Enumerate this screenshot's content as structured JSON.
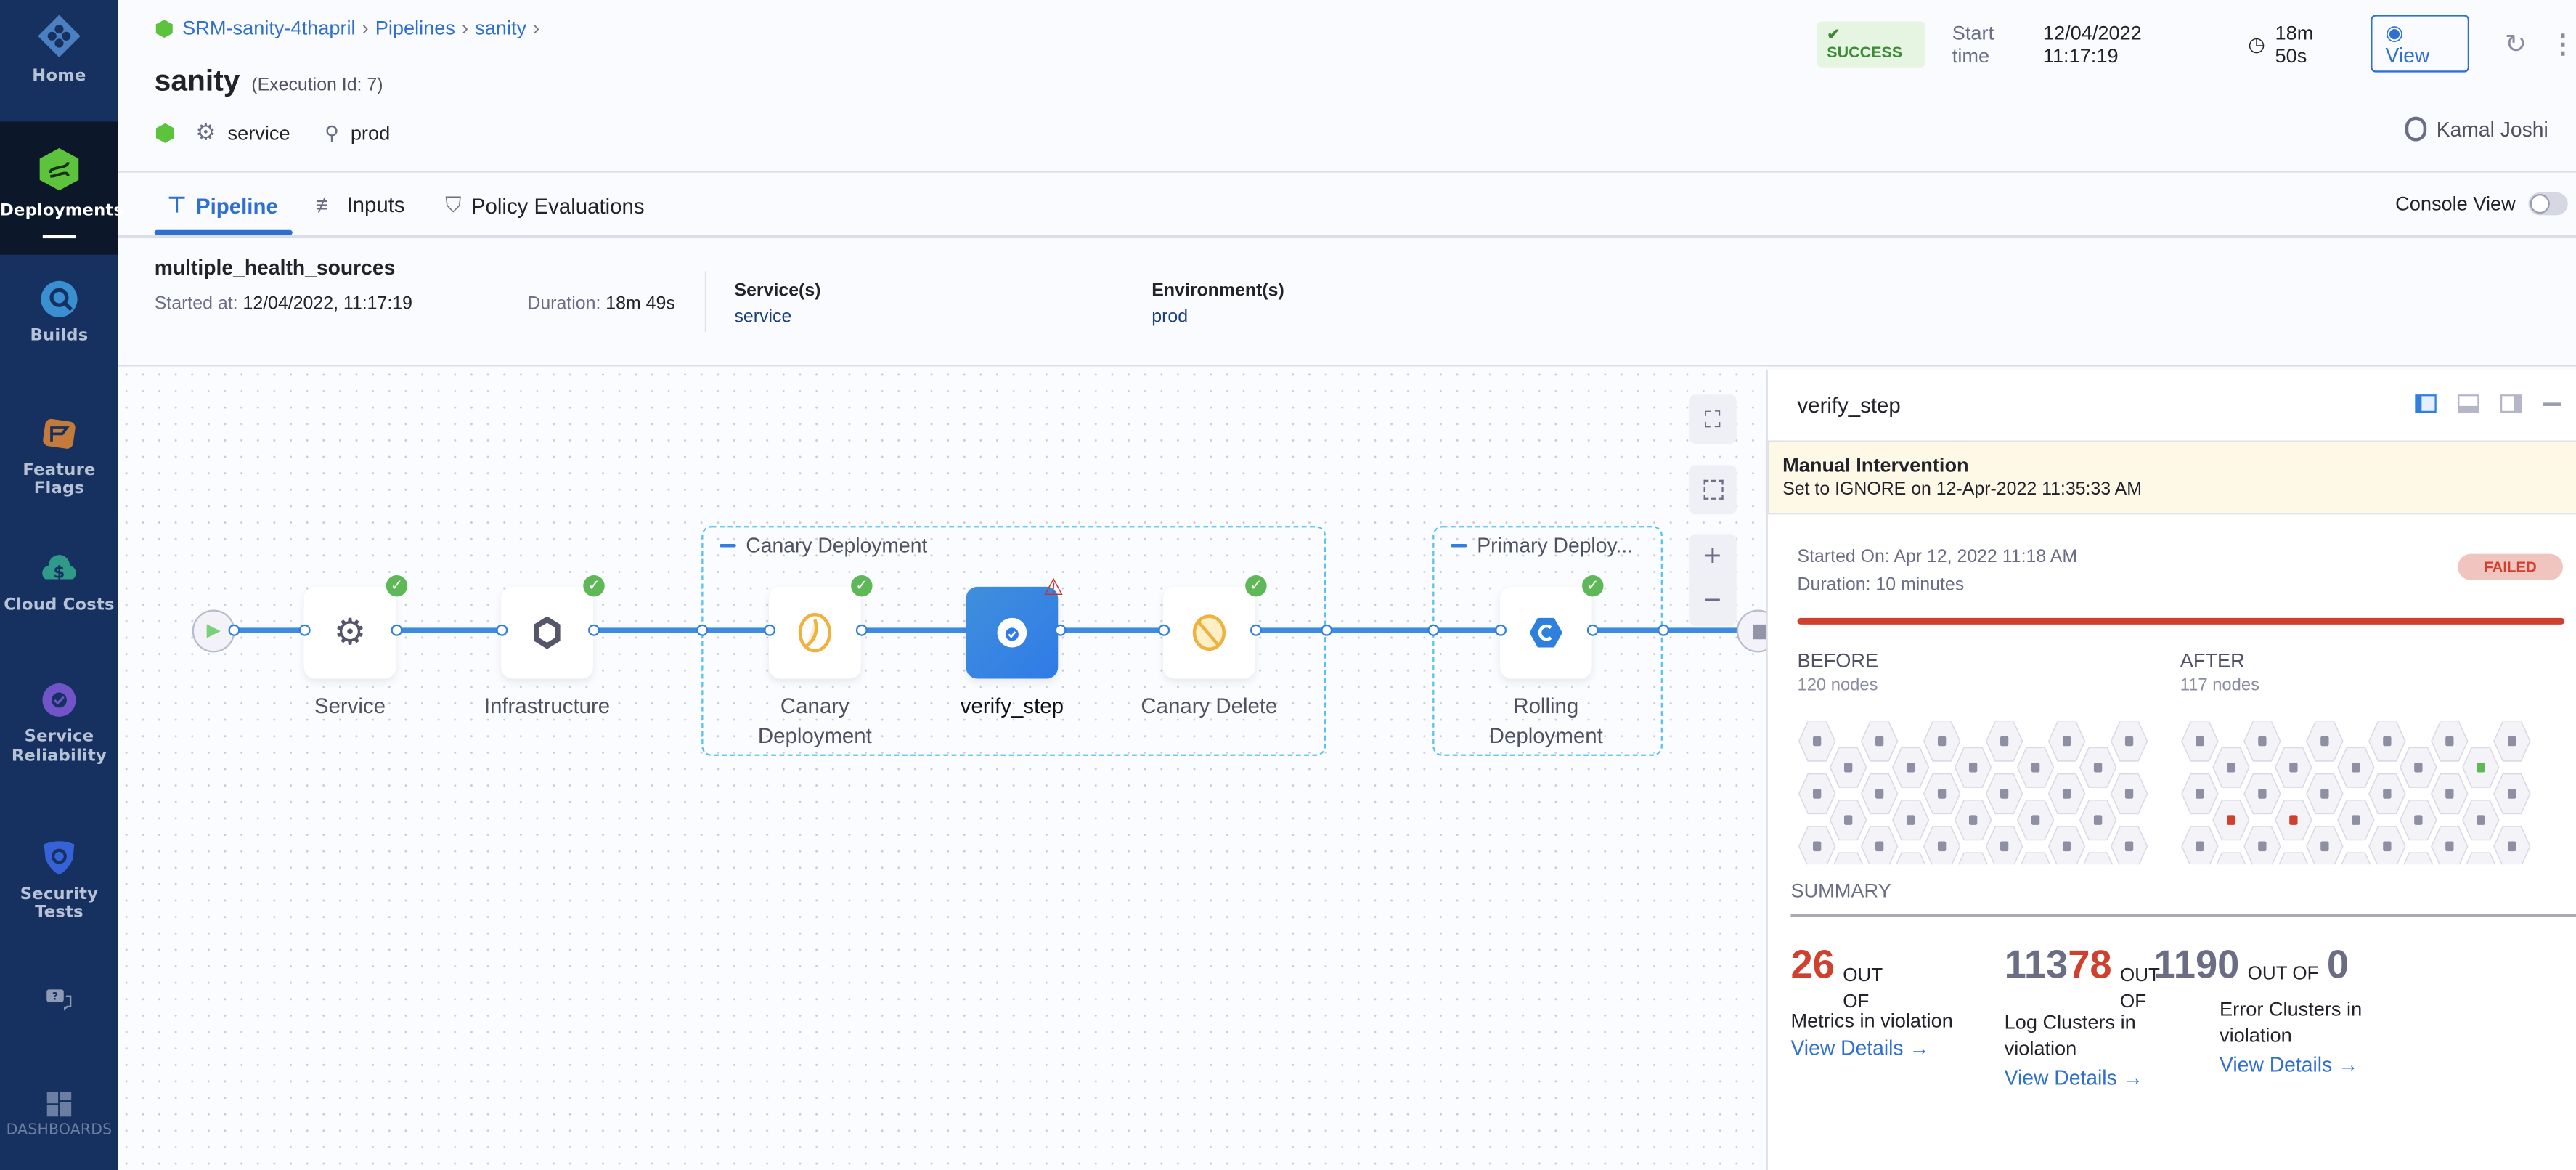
{
  "sidebar": {
    "items": [
      {
        "label": "Home",
        "icon": "harness-logo-icon"
      },
      {
        "label": "Deployments",
        "icon": "deployments-icon",
        "active": true
      },
      {
        "label": "Builds",
        "icon": "builds-icon"
      },
      {
        "label": "Feature Flags",
        "icon": "feature-flags-icon"
      },
      {
        "label": "Cloud Costs",
        "icon": "cloud-costs-icon"
      },
      {
        "label": "Service Reliability",
        "icon": "service-reliability-icon"
      },
      {
        "label": "Security Tests",
        "icon": "security-tests-icon"
      },
      {
        "label": "",
        "icon": "help-icon"
      },
      {
        "label": "DASHBOARDS",
        "icon": "dashboards-icon"
      }
    ]
  },
  "header": {
    "breadcrumb": [
      "SRM-sanity-4thapril",
      "Pipelines",
      "sanity"
    ],
    "title": "sanity",
    "execution_id": "(Execution Id: 7)",
    "service": "service",
    "environment": "prod",
    "status": "SUCCESS",
    "start_time_label": "Start time",
    "start_time": "12/04/2022 11:17:19",
    "duration": "18m 50s",
    "view_label": "View",
    "user": "Kamal Joshi"
  },
  "tabs": [
    {
      "label": "Pipeline",
      "active": true
    },
    {
      "label": "Inputs"
    },
    {
      "label": "Policy Evaluations"
    }
  ],
  "console_view": {
    "label": "Console View",
    "enabled": false
  },
  "stage_info": {
    "name": "multiple_health_sources",
    "started_label": "Started at:",
    "started": "12/04/2022, 11:17:19",
    "duration_label": "Duration:",
    "duration": "18m 49s",
    "services_label": "Service(s)",
    "services": "service",
    "environments_label": "Environment(s)",
    "environments": "prod"
  },
  "graph": {
    "nodes": [
      {
        "label": "Service",
        "status": "success",
        "icon": "gear-icon"
      },
      {
        "label": "Infrastructure",
        "status": "success",
        "icon": "hexagon-icon"
      },
      {
        "label": "Canary Deployment",
        "status": "success",
        "icon": "canary-icon"
      },
      {
        "label": "verify_step",
        "status": "warning",
        "icon": "verify-icon",
        "selected": true
      },
      {
        "label": "Canary Delete",
        "status": "success",
        "icon": "canary-delete-icon"
      },
      {
        "label": "Rolling Deployment",
        "status": "success",
        "icon": "rolling-icon"
      }
    ],
    "groups": [
      "Canary Deployment",
      "Primary Deploy..."
    ]
  },
  "panel": {
    "title": "verify_step",
    "intervention_title": "Manual Intervention",
    "intervention_text": "Set to IGNORE on 12-Apr-2022 11:35:33 AM",
    "started_on": "Started On: Apr 12, 2022 11:18 AM",
    "duration": "Duration: 10 minutes",
    "status": "FAILED",
    "before_label": "BEFORE",
    "before_nodes": "120 nodes",
    "after_label": "AFTER",
    "after_nodes": "117 nodes",
    "after_highlights": [
      {
        "col": 1,
        "row": 1,
        "status": "failed"
      },
      {
        "col": 3,
        "row": 1,
        "status": "failed"
      },
      {
        "col": 6,
        "row": 3,
        "status": "failed"
      },
      {
        "col": 9,
        "row": 0,
        "status": "passed"
      }
    ],
    "summary_label": "SUMMARY",
    "summary": [
      {
        "value": "26",
        "out_of": "OUT OF",
        "total": "",
        "label": "Metrics in violation",
        "link": "View Details"
      },
      {
        "value": "11378",
        "out_of": "OUT OF",
        "total": "",
        "label": "Log Clusters in violation",
        "link": "View Details"
      },
      {
        "value": "1190",
        "out_of": "OUT OF",
        "total": "0",
        "label": "Error Clusters in violation",
        "link": "View Details"
      }
    ]
  },
  "colors": {
    "accent": "#2f6fcf",
    "success": "#5fb858",
    "failed": "#d0402f",
    "sidebar": "#163160"
  }
}
